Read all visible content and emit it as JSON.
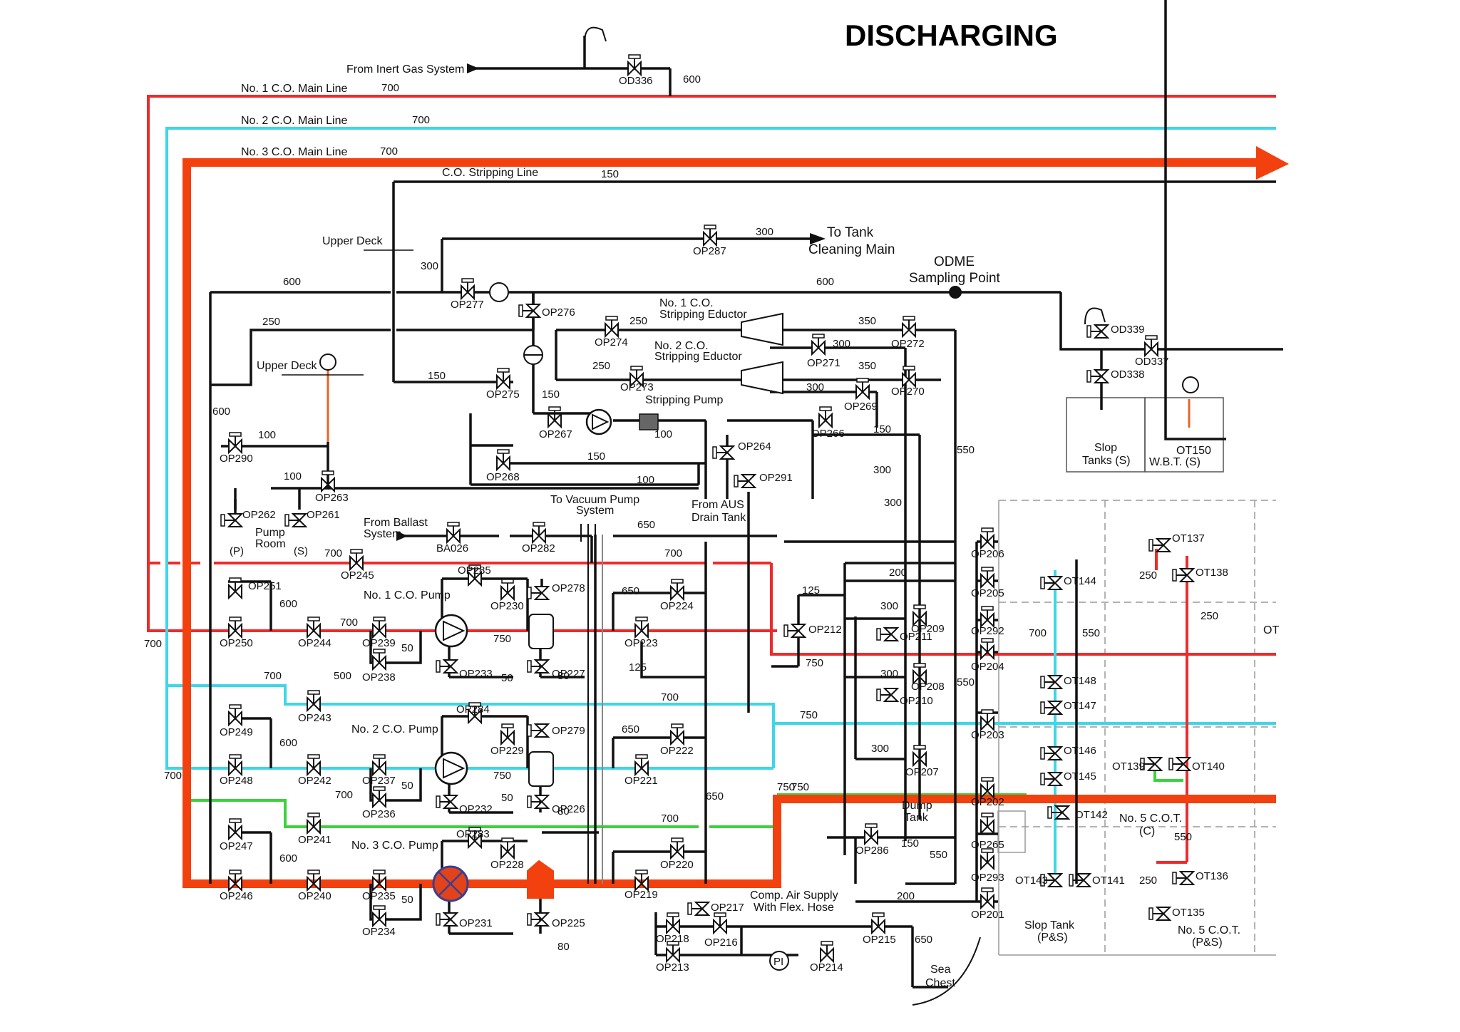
{
  "title": "DISCHARGING",
  "colors": {
    "red": "#ee2b2b",
    "cyan": "#3ed6e8",
    "green": "#3cd23c",
    "active": "#f2400f",
    "black": "#111111",
    "grey": "#9a9a9a"
  },
  "lines": {
    "inert_gas": "From Inert Gas System",
    "main1": "No. 1 C.O. Main Line",
    "main2": "No. 2 C.O. Main Line",
    "main3": "No. 3 C.O. Main Line",
    "stripping": "C.O. Stripping Line"
  },
  "areas": {
    "upper_deck_1": "Upper Deck",
    "upper_deck_2": "Upper Deck",
    "tank_cleaning_1": "To Tank",
    "tank_cleaning_2": "Cleaning Main",
    "odme_1": "ODME",
    "odme_2": "Sampling Point",
    "eductor1_1": "No. 1 C.O.",
    "eductor1_2": "Stripping Eductor",
    "eductor2_1": "No. 2 C.O.",
    "eductor2_2": "Stripping Eductor",
    "stripping_pump": "Stripping Pump",
    "aus_1": "From AUS",
    "aus_2": "Drain Tank",
    "vacuum_1": "To Vacuum Pump",
    "vacuum_2": "System",
    "ballast_1": "From Ballast",
    "ballast_2": "System",
    "pump_room_1": "Pump",
    "pump_room_2": "Room",
    "p_mark": "(P)",
    "s_mark": "(S)",
    "pump1": "No. 1 C.O. Pump",
    "pump2": "No. 2 C.O. Pump",
    "pump3": "No. 3 C.O. Pump",
    "slop_s_1": "Slop",
    "slop_s_2": "Tanks (S)",
    "wbt_1": "OT150",
    "wbt_2": "W.B.T. (S)",
    "dump_1": "Dump",
    "dump_2": "Tank",
    "air_1": "Comp. Air Supply",
    "air_2": "With Flex. Hose",
    "pi": "PI",
    "sea_1": "Sea",
    "sea_2": "Chest",
    "slop_ps_1": "Slop Tank",
    "slop_ps_2": "(P&S)",
    "cot5c_1": "No. 5 C.O.T.",
    "cot5c_2": "(C)",
    "cot5ps_1": "No. 5 C.O.T.",
    "cot5ps_2": "(P&S)",
    "ot_edge": "OT"
  },
  "sizes": [
    "600",
    "700",
    "700",
    "700",
    "150",
    "300",
    "300",
    "600",
    "600",
    "250",
    "250",
    "250",
    "150",
    "150",
    "350",
    "350",
    "300",
    "300",
    "150",
    "600",
    "100",
    "100",
    "150",
    "100",
    "100",
    "550",
    "300",
    "300",
    "650",
    "700",
    "700",
    "200",
    "125",
    "300",
    "550",
    "300",
    "750",
    "650",
    "700",
    "600",
    "50",
    "750",
    "50",
    "80",
    "125",
    "700",
    "700",
    "750",
    "750",
    "600",
    "50",
    "750",
    "50",
    "80",
    "650",
    "700",
    "650",
    "700",
    "600",
    "50",
    "80",
    "750",
    "300",
    "150",
    "550",
    "200",
    "650",
    "700",
    "700",
    "500",
    "700",
    "550",
    "250",
    "250",
    "550",
    "250"
  ],
  "valves": [
    "OD336",
    "OP287",
    "OP277",
    "OP276",
    "OP274",
    "OP275",
    "OP273",
    "OP271",
    "OP272",
    "OP270",
    "OP269",
    "OP266",
    "OP267",
    "OP264",
    "OP291",
    "OP268",
    "OP290",
    "OP263",
    "OP262",
    "OP261",
    "BA026",
    "OP282",
    "OP245",
    "OP251",
    "OP250",
    "OP244",
    "OP239",
    "OP238",
    "OP285",
    "OP230",
    "OP278",
    "OP224",
    "OP223",
    "OP233",
    "OP227",
    "OP212",
    "OP209",
    "OP211",
    "OP208",
    "OP210",
    "OP207",
    "OD339",
    "OD337",
    "OD338",
    "OP206",
    "OP205",
    "OP292",
    "OP204",
    "OP203",
    "OP202",
    "OP265",
    "OP293",
    "OP201",
    "OT144",
    "OT137",
    "OT138",
    "OT148",
    "OT147",
    "OT146",
    "OT145",
    "OT139",
    "OT140",
    "OT142",
    "OT143",
    "OT141",
    "OT136",
    "OT135",
    "OP243",
    "OP249",
    "OP248",
    "OP242",
    "OP237",
    "OP236",
    "OP284",
    "OP229",
    "OP279",
    "OP222",
    "OP221",
    "OP232",
    "OP226",
    "OP241",
    "OP247",
    "OP246",
    "OP240",
    "OP235",
    "OP234",
    "OP283",
    "OP228",
    "OP220",
    "OP219",
    "OP231",
    "OP225",
    "OP217",
    "OP218",
    "OP216",
    "OP213",
    "OP214",
    "OP215",
    "OP286"
  ]
}
